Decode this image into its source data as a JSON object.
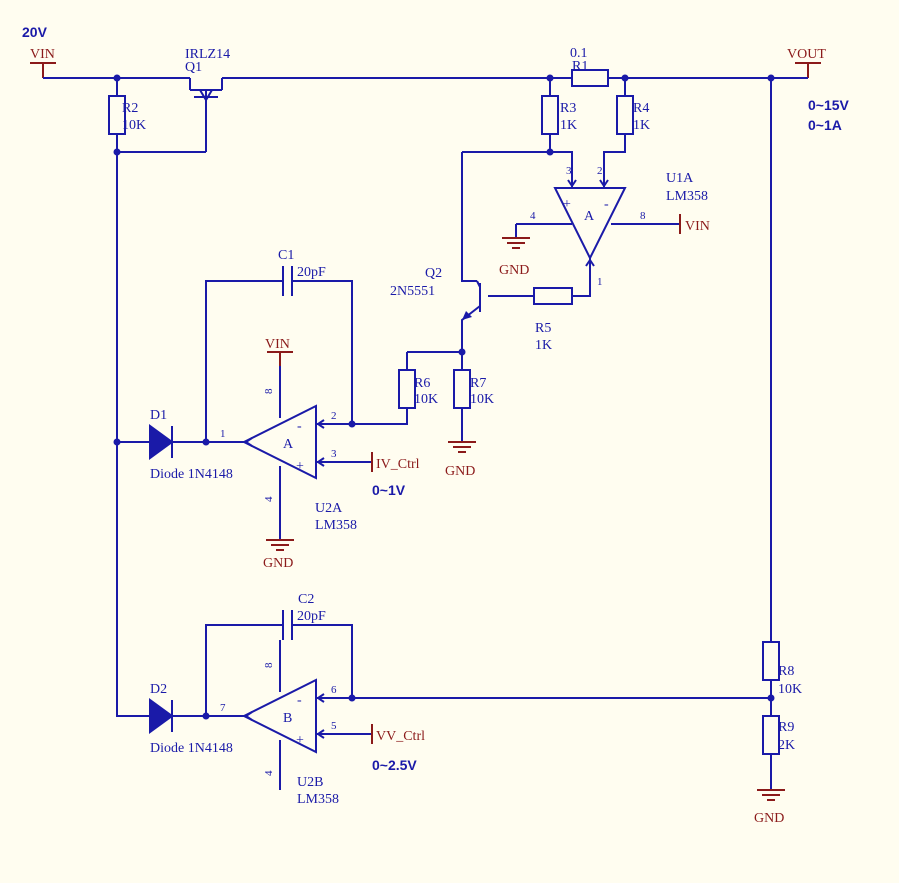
{
  "notes": {
    "vin_voltage": "20V",
    "vout_range": "0~15V",
    "iout_range": "0~1A",
    "iv_range": "0~1V",
    "vv_range": "0~2.5V"
  },
  "ports": {
    "vin": "VIN",
    "vout": "VOUT",
    "iv_ctrl": "IV_Ctrl",
    "vv_ctrl": "VV_Ctrl",
    "gnd": "GND"
  },
  "parts": {
    "q1_name": "Q1",
    "q1_value": "IRLZ14",
    "q2_name": "Q2",
    "q2_value": "2N5551",
    "r1_name": "R1",
    "r1_value": "0.1",
    "r2_name": "R2",
    "r2_value": "10K",
    "r3_name": "R3",
    "r3_value": "1K",
    "r4_name": "R4",
    "r4_value": "1K",
    "r5_name": "R5",
    "r5_value": "1K",
    "r6_name": "R6",
    "r6_value": "10K",
    "r7_name": "R7",
    "r7_value": "10K",
    "r8_name": "R8",
    "r8_value": "10K",
    "r9_name": "R9",
    "r9_value": "2K",
    "c1_name": "C1",
    "c1_value": "20pF",
    "c2_name": "C2",
    "c2_value": "20pF",
    "d1_name": "D1",
    "d1_value": "Diode 1N4148",
    "d2_name": "D2",
    "d2_value": "Diode 1N4148",
    "u1a_name": "U1A",
    "u1a_value": "LM358",
    "u1a_unit": "A",
    "u2a_name": "U2A",
    "u2a_value": "LM358",
    "u2a_unit": "A",
    "u2b_name": "U2B",
    "u2b_value": "LM358",
    "u2b_unit": "B"
  },
  "pins": {
    "u1_in_plus": "3",
    "u1_in_minus": "2",
    "u1_gnd": "4",
    "u1_vcc": "8",
    "u1_out": "1",
    "u2a_out": "1",
    "u2a_in_minus": "2",
    "u2a_in_plus": "3",
    "u2a_vcc": "8",
    "u2a_gnd": "4",
    "u2b_out": "7",
    "u2b_in_minus": "6",
    "u2b_in_plus": "5",
    "u2b_vcc": "8",
    "u2b_gnd": "4"
  },
  "signs": {
    "plus": "+",
    "minus": "-"
  }
}
